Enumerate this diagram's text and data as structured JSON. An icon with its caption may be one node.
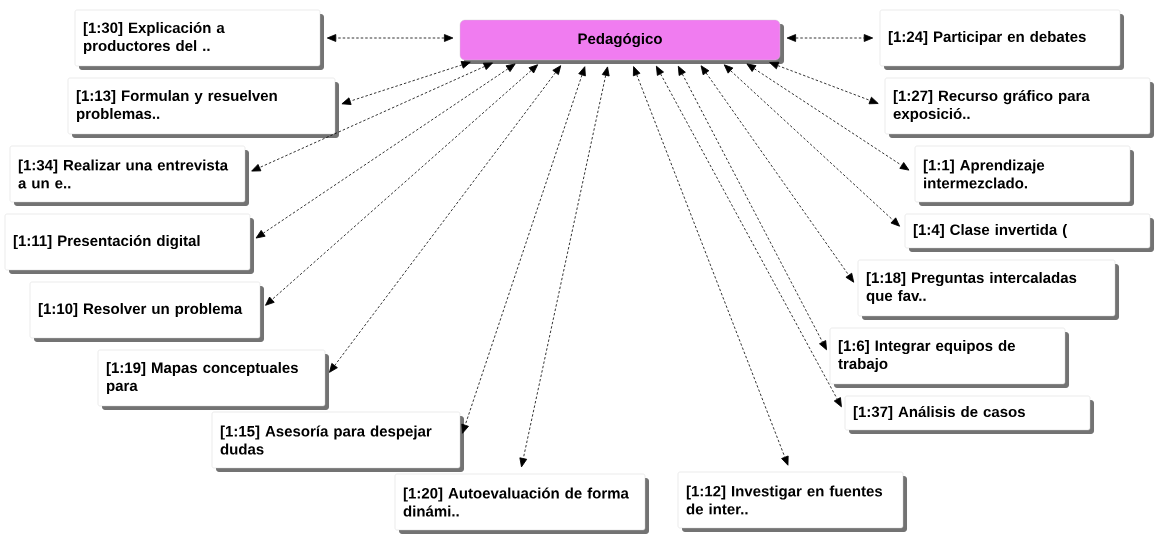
{
  "diagram": {
    "nodes": [
      {
        "text": [
          "Pedagógico"
        ]
      },
      {
        "text": [
          "[1:30] Explicación a productores del .."
        ]
      },
      {
        "text": [
          "[1:24] Participar en debates"
        ]
      },
      {
        "text": [
          "[1:13] Formulan y resuelven problemas.."
        ]
      },
      {
        "text": [
          "[1:27] Recurso gráfico para exposició.."
        ]
      },
      {
        "text": [
          "[1:34] Realizar una entrevista a un e.."
        ]
      },
      {
        "text": [
          "[1:1] Aprendizaje intermezclado."
        ]
      },
      {
        "text": [
          "[1:4] Clase invertida ("
        ]
      },
      {
        "text": [
          "[1:11] Presentación digital"
        ]
      },
      {
        "text": [
          "[1:18] Preguntas intercaladas que fav.."
        ]
      },
      {
        "text": [
          "[1:10] Resolver un problema"
        ]
      },
      {
        "text": [
          "[1:6] Integrar equipos de trabajo"
        ]
      },
      {
        "text": [
          "[1:19] Mapas conceptuales para"
        ]
      },
      {
        "text": [
          "[1:37] Análisis de casos"
        ]
      },
      {
        "text": [
          "[1:15] Asesoría para despejar dudas"
        ]
      },
      {
        "text": [
          "[1:20] Autoevaluación de forma dinámi.."
        ]
      },
      {
        "text": [
          "[1:12] Investigar en fuentes de inter.."
        ]
      }
    ],
    "edges": [
      {
        "from": 0,
        "to": 1,
        "arrow": "both"
      },
      {
        "from": 0,
        "to": 2,
        "arrow": "both"
      },
      {
        "from": 0,
        "to": 3,
        "arrow": "both"
      },
      {
        "from": 0,
        "to": 4,
        "arrow": "both"
      },
      {
        "from": 0,
        "to": 5,
        "arrow": "both"
      },
      {
        "from": 0,
        "to": 6,
        "arrow": "both"
      },
      {
        "from": 0,
        "to": 7,
        "arrow": "both"
      },
      {
        "from": 0,
        "to": 8,
        "arrow": "both"
      },
      {
        "from": 0,
        "to": 9,
        "arrow": "both"
      },
      {
        "from": 0,
        "to": 10,
        "arrow": "both"
      },
      {
        "from": 0,
        "to": 11,
        "arrow": "both"
      },
      {
        "from": 0,
        "to": 12,
        "arrow": "both"
      },
      {
        "from": 0,
        "to": 13,
        "arrow": "both"
      },
      {
        "from": 0,
        "to": 14,
        "arrow": "both"
      },
      {
        "from": 0,
        "to": 15,
        "arrow": "both"
      },
      {
        "from": 0,
        "to": 16,
        "arrow": "both"
      }
    ]
  }
}
